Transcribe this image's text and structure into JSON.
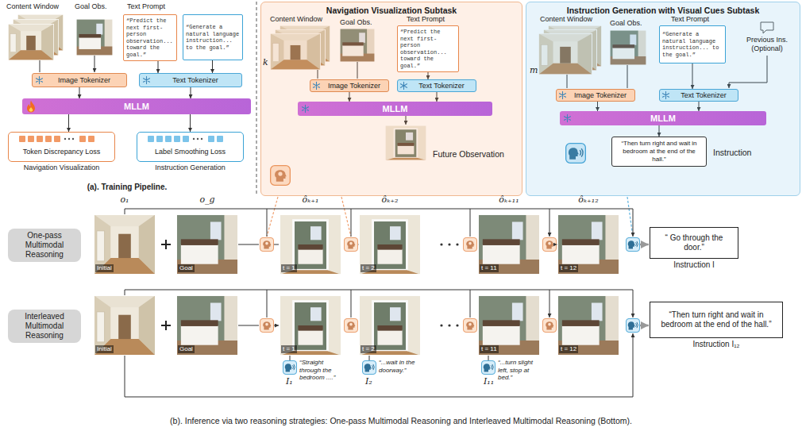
{
  "diagram": {
    "caption": "(b). Inference via two reasoning strategies: One-pass Multimodal Reasoning and Interleaved Multimodal Reasoning (Bottom).",
    "nodes": [
      {
        "text": [
          "“Predict the next first-person observation... toward the goal.”"
        ]
      },
      {
        "text": [
          "“Generate a natural language instruction... to the goal.”"
        ]
      },
      {
        "text": [
          "Image Tokenizer"
        ]
      },
      {
        "text": [
          "Text Tokenizer"
        ]
      },
      {
        "text": [
          "MLLM"
        ]
      },
      {
        "text": [
          "Token Discrepancy Loss",
          "Navigation Visualization"
        ]
      },
      {
        "text": [
          "Label Smoothing Loss",
          "Instruction Generation"
        ]
      },
      {
        "text": [
          "Navigation Visualization Subtask"
        ]
      },
      {
        "text": [
          "“Predict the next first-person observation... toward the goal.”"
        ],
        "in": 7
      },
      {
        "text": [
          "Image Tokenizer"
        ],
        "in": 7
      },
      {
        "text": [
          "Text Tokenizer"
        ],
        "in": 7
      },
      {
        "text": [
          "MLLM"
        ],
        "in": 7
      },
      {
        "text": [
          "Instruction Generation with Visual Cues Subtask"
        ]
      },
      {
        "text": [
          "“Generate a natural language instruction... to the goal.”"
        ],
        "in": 12
      },
      {
        "text": [
          "Image Tokenizer"
        ],
        "in": 12
      },
      {
        "text": [
          "Text Tokenizer"
        ],
        "in": 12
      },
      {
        "text": [
          "MLLM"
        ],
        "in": 12
      },
      {
        "text": [
          "“Then turn right and wait in bedroom at the end of the hall.”"
        ],
        "in": 12
      },
      {
        "text": [
          "One-pass Multimodal Reasoning"
        ]
      },
      {
        "text": [
          "“ Go through the door.”",
          "Instruction I"
        ]
      },
      {
        "text": [
          "Interleaved Multimodal Reasoning"
        ]
      },
      {
        "text": [
          "“Then turn right and wait in bedroom at the end of the hall.”",
          "Instruction I₁₂"
        ]
      }
    ],
    "edges": [
      {
        "from": 0,
        "to": 3,
        "arrow": "to"
      },
      {
        "from": 1,
        "to": 3,
        "arrow": "to"
      },
      {
        "from": 2,
        "to": 4,
        "arrow": "to"
      },
      {
        "from": 3,
        "to": 4,
        "arrow": "to"
      },
      {
        "from": 4,
        "to": 5,
        "arrow": "to"
      },
      {
        "from": 4,
        "to": 6,
        "arrow": "to"
      },
      {
        "from": 8,
        "to": 10,
        "arrow": "to"
      },
      {
        "from": 9,
        "to": 11,
        "arrow": "to"
      },
      {
        "from": 10,
        "to": 11,
        "arrow": "to"
      },
      {
        "from": 13,
        "to": 15,
        "arrow": "to"
      },
      {
        "from": 14,
        "to": 16,
        "arrow": "to"
      },
      {
        "from": 15,
        "to": 16,
        "arrow": "to"
      },
      {
        "from": 16,
        "to": 17,
        "arrow": "to"
      }
    ],
    "labels": [
      "Content Window",
      "Goal Obs.",
      "Text Prompt",
      "(a). Training Pipeline.",
      "Content Window",
      "Goal Obs.",
      "Text Prompt",
      "k",
      "Future Observation",
      "Content Window",
      "Goal Obs.",
      "Text Prompt",
      "Previous Ins. (Optional)",
      "m",
      "Instruction",
      "o₁",
      "o_g",
      "ôₖ₊₁",
      "ôₖ₊₂",
      "ôₖ₊₁₁",
      "ôₖ₊₁₂",
      "Initial",
      "Goal",
      "t = 1",
      "t = 2",
      "t = 11",
      "t = 12",
      "Initial",
      "Goal",
      "t = 1",
      "t = 2",
      "t = 11",
      "t = 12",
      "“Straight through the bedroom ....”",
      "I₁",
      "“...wait in the doorway.”",
      "I₂",
      "“...turn slight left, stop at bed.”",
      "I₁₁"
    ]
  }
}
